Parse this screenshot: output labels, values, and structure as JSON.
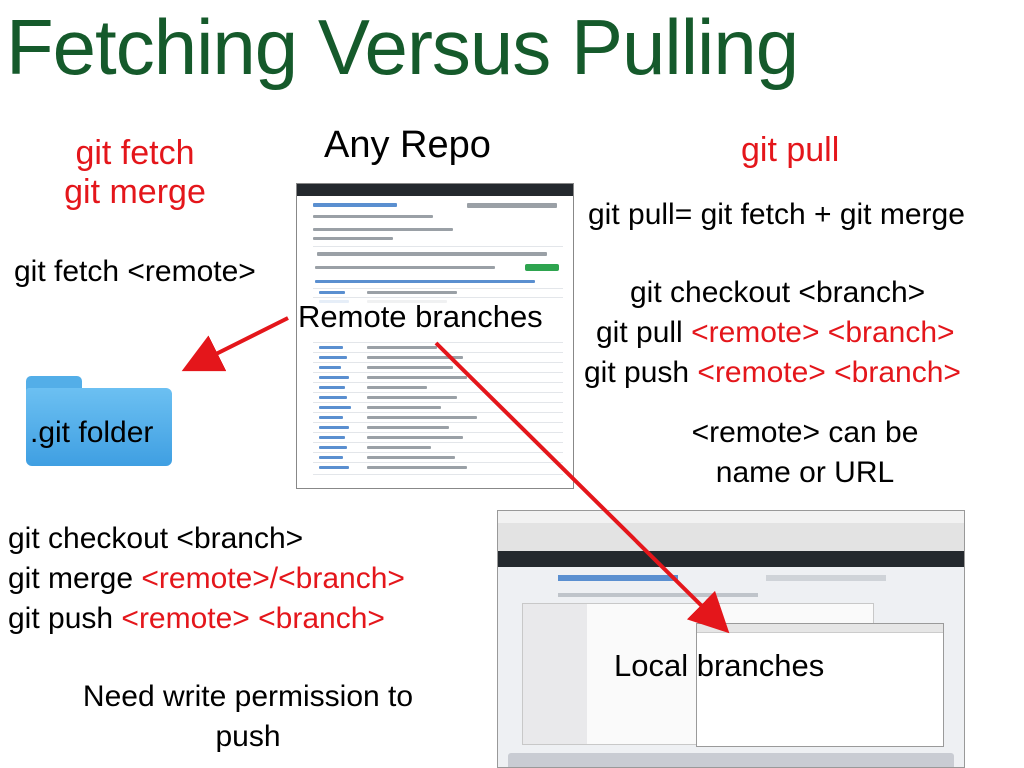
{
  "title": "Fetching Versus Pulling",
  "left": {
    "heading_line1": "git fetch",
    "heading_line2": "git merge",
    "fetch_cmd": "git fetch <remote>",
    "git_folder": ".git folder",
    "checkout": "git checkout <branch>",
    "merge_prefix": "git merge ",
    "merge_args": "<remote>/<branch>",
    "push_prefix": "git push ",
    "push_args": "<remote> <branch>",
    "permission_line1": "Need write permission to",
    "permission_line2": "push"
  },
  "center": {
    "any_repo": "Any Repo",
    "remote_branches": "Remote branches",
    "local_branches": "Local branches"
  },
  "right": {
    "heading": "git pull",
    "equation": "git pull= git fetch + git merge",
    "checkout": "git checkout <branch>",
    "pull_prefix": "git pull ",
    "pull_args": "<remote> <branch>",
    "push_prefix": "git push ",
    "push_args": "<remote> <branch>",
    "note_line1": "<remote> can be",
    "note_line2": "name or URL"
  },
  "colors": {
    "title": "#155a2b",
    "command_args": "#e4161b",
    "arrow": "#e4161b",
    "folder": "#4aa8e8"
  },
  "icons": [
    "folder-icon",
    "arrow-icon"
  ]
}
